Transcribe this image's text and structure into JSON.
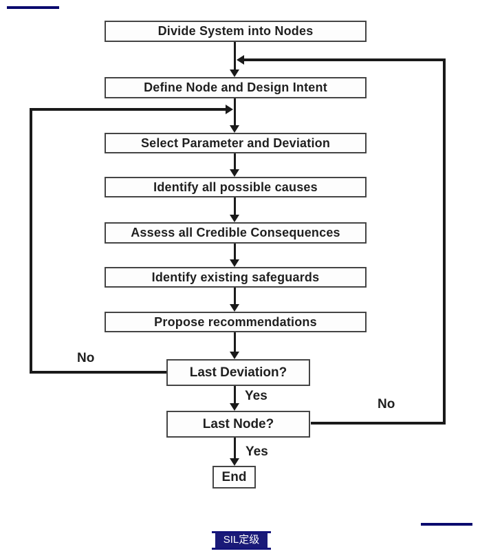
{
  "flowchart": {
    "boxes": [
      {
        "label": "Divide System into Nodes"
      },
      {
        "label": "Define Node and Design Intent"
      },
      {
        "label": "Select Parameter and Deviation"
      },
      {
        "label": "Identify all possible causes"
      },
      {
        "label": "Assess all Credible Consequences"
      },
      {
        "label": "Identify existing safeguards"
      },
      {
        "label": "Propose recommendations"
      }
    ],
    "decisions": [
      {
        "label": "Last Deviation?",
        "yes_label": "Yes",
        "no_label": "No"
      },
      {
        "label": "Last Node?",
        "yes_label": "Yes",
        "no_label": "No"
      }
    ],
    "terminal": {
      "label": "End"
    }
  },
  "footer": {
    "tag_label": "SIL定级"
  },
  "colors": {
    "line": "#1a1a1a",
    "box_border": "#444444",
    "box_fill": "#fdfdfd",
    "accent_navy": "#0a0a6e",
    "tag_background": "#1a1a78",
    "tag_text": "#ffffff"
  }
}
